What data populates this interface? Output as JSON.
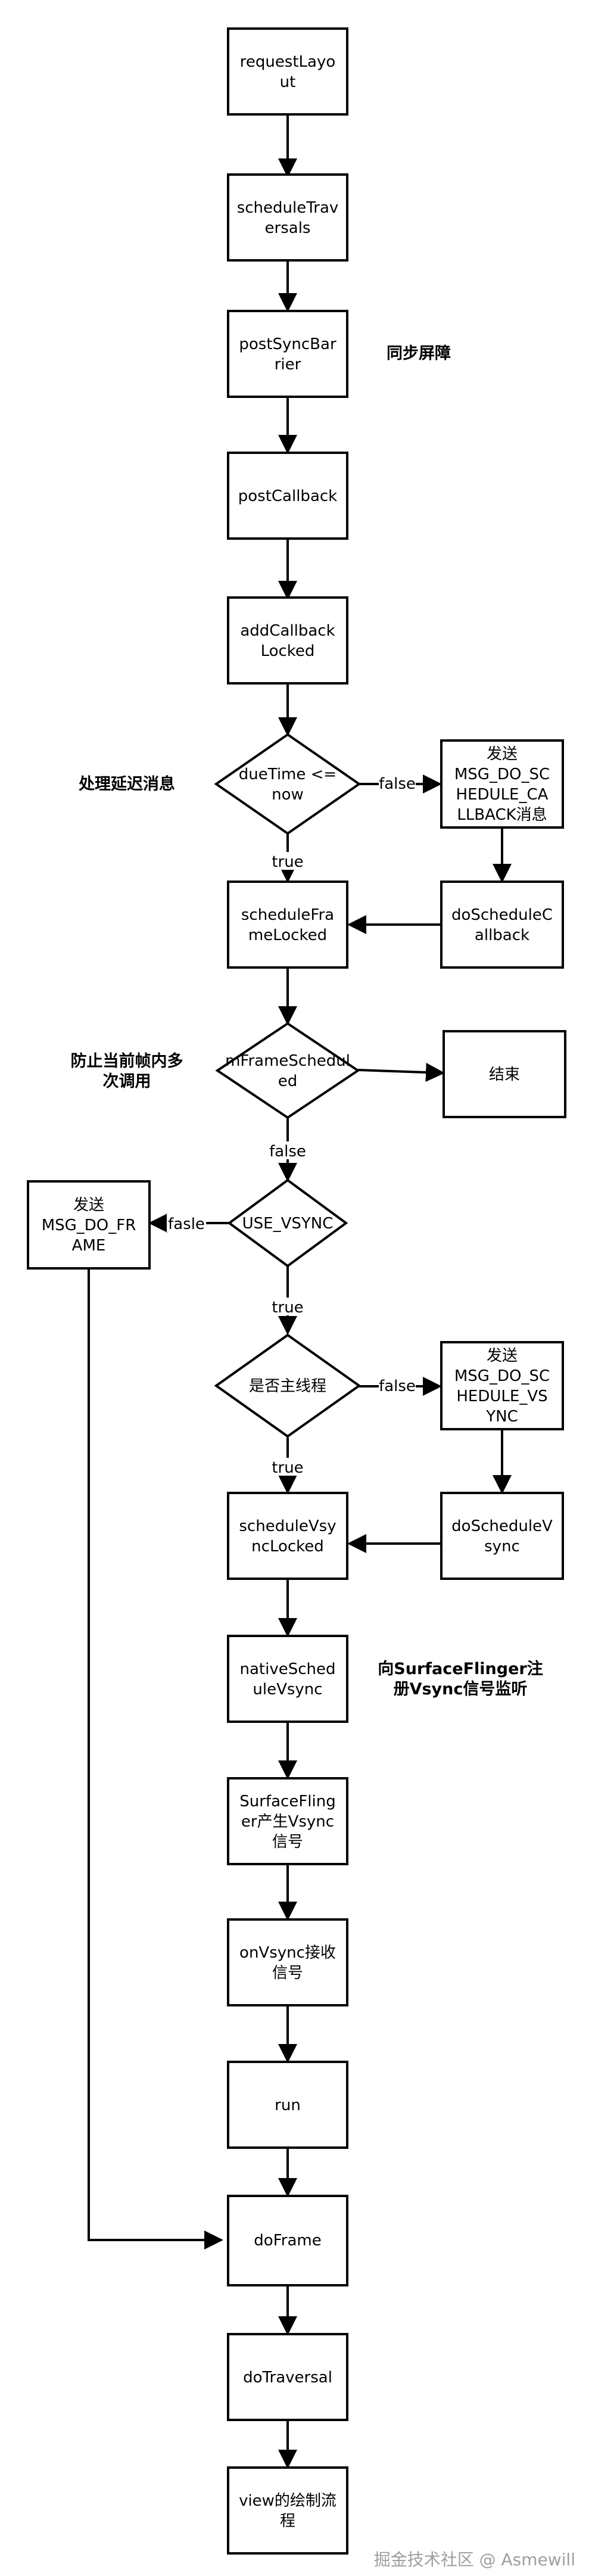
{
  "nodes": {
    "requestLayout": [
      "requestLayo",
      "ut"
    ],
    "scheduleTraversals": [
      "scheduleTrav",
      "ersals"
    ],
    "postSyncBarrier": [
      "postSyncBar",
      "rier"
    ],
    "postCallback": [
      "postCallback"
    ],
    "addCallbackLocked": [
      "addCallback",
      "Locked"
    ],
    "dueTime": [
      "dueTime <=",
      "now"
    ],
    "sendCallbackMsg": [
      "发送",
      "MSG_DO_SC",
      "HEDULE_CA",
      "LLBACK消息"
    ],
    "scheduleFrameLocked": [
      "scheduleFra",
      "meLocked"
    ],
    "doScheduleCallback": [
      "doScheduleC",
      "allback"
    ],
    "mFrameScheduled": [
      "mFrameSchedul",
      "ed"
    ],
    "end": [
      "结束"
    ],
    "sendFrameMsg": [
      "发送",
      "MSG_DO_FR",
      "AME"
    ],
    "useVsync": [
      "USE_VSYNC"
    ],
    "isMainThread": [
      "是否主线程"
    ],
    "sendVsyncMsg": [
      "发送",
      "MSG_DO_SC",
      "HEDULE_VS",
      "YNC"
    ],
    "scheduleVsyncLocked": [
      "scheduleVsy",
      "ncLocked"
    ],
    "doScheduleVsync": [
      "doScheduleV",
      "sync"
    ],
    "nativeScheduleVsync": [
      "nativeSched",
      "uleVsync"
    ],
    "surfaceFlingerVsync": [
      "SurfaceFling",
      "er产生Vsync",
      "信号"
    ],
    "onVsync": [
      "onVsync接收",
      "信号"
    ],
    "run": [
      "run"
    ],
    "doFrame": [
      "doFrame"
    ],
    "doTraversal": [
      "doTraversal"
    ],
    "viewDraw": [
      "view的绘制流",
      "程"
    ]
  },
  "edge_labels": {
    "dueTime_false": "false",
    "dueTime_true": "true",
    "mFrameScheduled_false": "false",
    "useVsync_false": "fasle",
    "useVsync_true": "true",
    "isMainThread_false": "false",
    "isMainThread_true": "true"
  },
  "notes": {
    "syncBarrier": [
      "同步屏障"
    ],
    "delayMsg": [
      "处理延迟消息"
    ],
    "preventMulti": [
      "防止当前帧内多",
      "次调用"
    ],
    "registerVsync": [
      "向SurfaceFlinger注",
      "册Vsync信号监听"
    ]
  },
  "watermark": "掘金技术社区 @ Asmewill"
}
